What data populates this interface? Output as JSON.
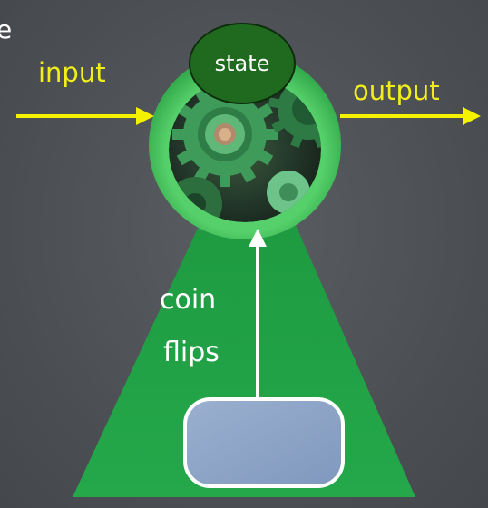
{
  "labels": {
    "input": "input",
    "output": "output",
    "state": "state",
    "coin_line1": "coin",
    "coin_line2": "flips",
    "corner_fragment": "e"
  },
  "colors": {
    "background": "#4e5256",
    "arrow_yellow": "#f5f200",
    "label_yellow": "#f2ee1a",
    "ring_green": "#3fc25a",
    "state_green": "#1f6a1f",
    "cone_green": "#22a246",
    "coin_box": "#8fa6c8",
    "white": "#ffffff"
  },
  "icons": {
    "machine_interior": "gears-icon"
  }
}
